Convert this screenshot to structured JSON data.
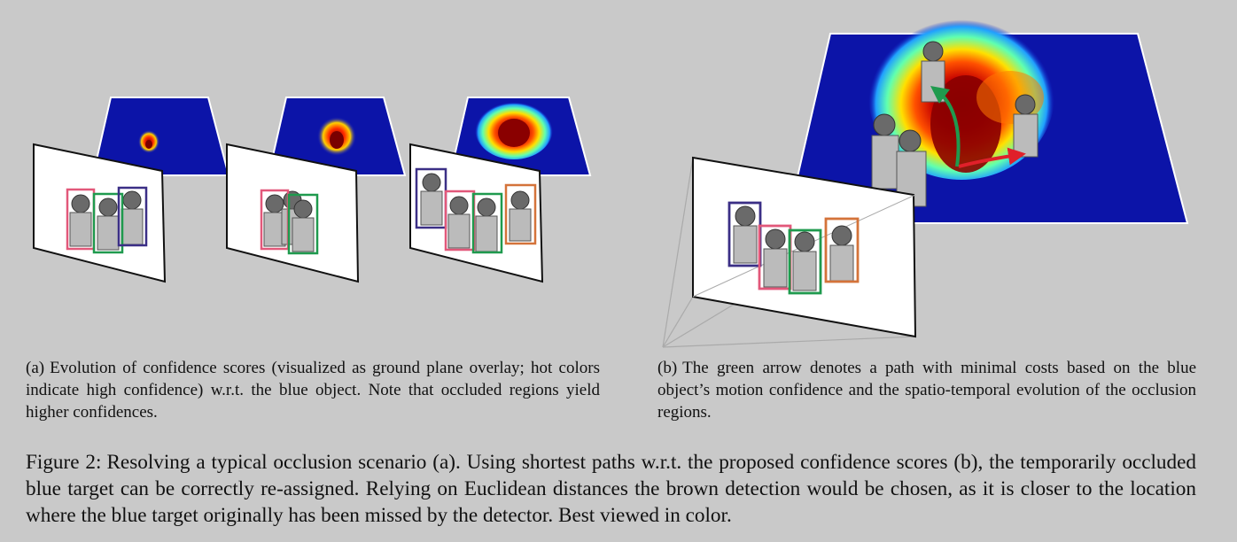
{
  "figure": {
    "panel_a": {
      "frames": [
        {
          "boxes": [
            {
              "color": "#e2587a"
            },
            {
              "color": "#1f9a4e"
            },
            {
              "color": "#3b2f86"
            }
          ]
        },
        {
          "boxes": [
            {
              "color": "#e2587a"
            },
            {
              "color": "#1f9a4e"
            }
          ]
        },
        {
          "boxes": [
            {
              "color": "#3b2f86"
            },
            {
              "color": "#e2587a"
            },
            {
              "color": "#1f9a4e"
            },
            {
              "color": "#d4733a"
            }
          ]
        }
      ],
      "heatmap_spread": [
        0.25,
        0.5,
        1.0
      ]
    },
    "panel_b": {
      "boxes": [
        {
          "color": "#3b2f86"
        },
        {
          "color": "#e2587a"
        },
        {
          "color": "#1f9a4e"
        },
        {
          "color": "#d4733a"
        }
      ],
      "arrows": [
        {
          "color": "#1f9a4e",
          "meaning": "minimal-cost path"
        },
        {
          "color": "#e0202a",
          "meaning": "euclidean"
        }
      ]
    }
  },
  "caption_a": {
    "label": "(a)",
    "text": "Evolution of confidence scores (visualized as ground plane overlay; hot colors indicate high confidence) w.r.t. the blue object. Note that occluded regions yield higher confidences."
  },
  "caption_b": {
    "label": "(b)",
    "text": "The green arrow denotes a path with minimal costs based on the blue object’s motion confidence and the spatio-temporal evolution of the occlusion regions."
  },
  "main_caption": {
    "label": "Figure 2:",
    "text": "Resolving a typical occlusion scenario (a). Using shortest paths w.r.t. the proposed confidence scores (b), the temporarily occluded blue target can be correctly re-assigned. Relying on Euclidean distances the brown detection would be chosen, as it is closer to the location where the blue target originally has been missed by the detector. Best viewed in color."
  }
}
